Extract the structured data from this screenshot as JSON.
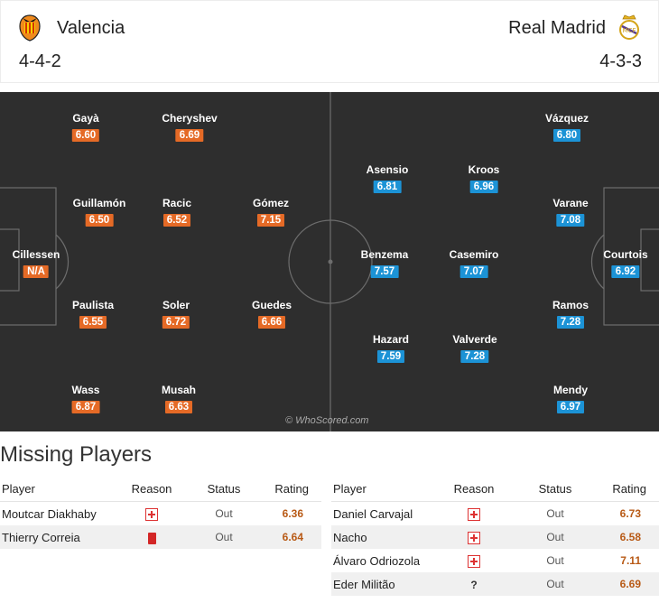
{
  "header": {
    "home": {
      "name": "Valencia",
      "formation": "4-4-2",
      "crest": "valencia-bat-crest-icon"
    },
    "away": {
      "name": "Real Madrid",
      "formation": "4-3-3",
      "crest": "real-madrid-crest-icon"
    }
  },
  "colors": {
    "home_rating": "#e56a26",
    "away_rating": "#1c93d6",
    "pitch": "#2e2e2e"
  },
  "pitch": {
    "home_players": [
      {
        "name": "Gayà",
        "rating": "6.60"
      },
      {
        "name": "Cheryshev",
        "rating": "6.69"
      },
      {
        "name": "Guillamón",
        "rating": "6.50"
      },
      {
        "name": "Racic",
        "rating": "6.52"
      },
      {
        "name": "Gómez",
        "rating": "7.15"
      },
      {
        "name": "Cillessen",
        "rating": "N/A"
      },
      {
        "name": "Paulista",
        "rating": "6.55"
      },
      {
        "name": "Soler",
        "rating": "6.72"
      },
      {
        "name": "Guedes",
        "rating": "6.66"
      },
      {
        "name": "Wass",
        "rating": "6.87"
      },
      {
        "name": "Musah",
        "rating": "6.63"
      }
    ],
    "away_players": [
      {
        "name": "Vázquez",
        "rating": "6.80"
      },
      {
        "name": "Asensio",
        "rating": "6.81"
      },
      {
        "name": "Kroos",
        "rating": "6.96"
      },
      {
        "name": "Varane",
        "rating": "7.08"
      },
      {
        "name": "Benzema",
        "rating": "7.57"
      },
      {
        "name": "Casemiro",
        "rating": "7.07"
      },
      {
        "name": "Courtois",
        "rating": "6.92"
      },
      {
        "name": "Ramos",
        "rating": "7.28"
      },
      {
        "name": "Hazard",
        "rating": "7.59"
      },
      {
        "name": "Valverde",
        "rating": "7.28"
      },
      {
        "name": "Mendy",
        "rating": "6.97"
      }
    ],
    "watermark": "© WhoScored.com"
  },
  "missing": {
    "title": "Missing Players",
    "headers": {
      "player": "Player",
      "reason": "Reason",
      "status": "Status",
      "rating": "Rating"
    },
    "home": [
      {
        "player": "Moutcar Diakhaby",
        "reason_icon": "injury-icon",
        "status": "Out",
        "rating": "6.36"
      },
      {
        "player": "Thierry Correia",
        "reason_icon": "red-card-icon",
        "status": "Out",
        "rating": "6.64"
      }
    ],
    "away": [
      {
        "player": "Daniel Carvajal",
        "reason_icon": "injury-icon",
        "status": "Out",
        "rating": "6.73"
      },
      {
        "player": "Nacho",
        "reason_icon": "injury-icon",
        "status": "Out",
        "rating": "6.58"
      },
      {
        "player": "Álvaro Odriozola",
        "reason_icon": "injury-icon",
        "status": "Out",
        "rating": "7.11"
      },
      {
        "player": "Eder Militão",
        "reason_icon": "unknown-reason-icon",
        "reason_text": "?",
        "status": "Out",
        "rating": "6.69"
      }
    ]
  }
}
